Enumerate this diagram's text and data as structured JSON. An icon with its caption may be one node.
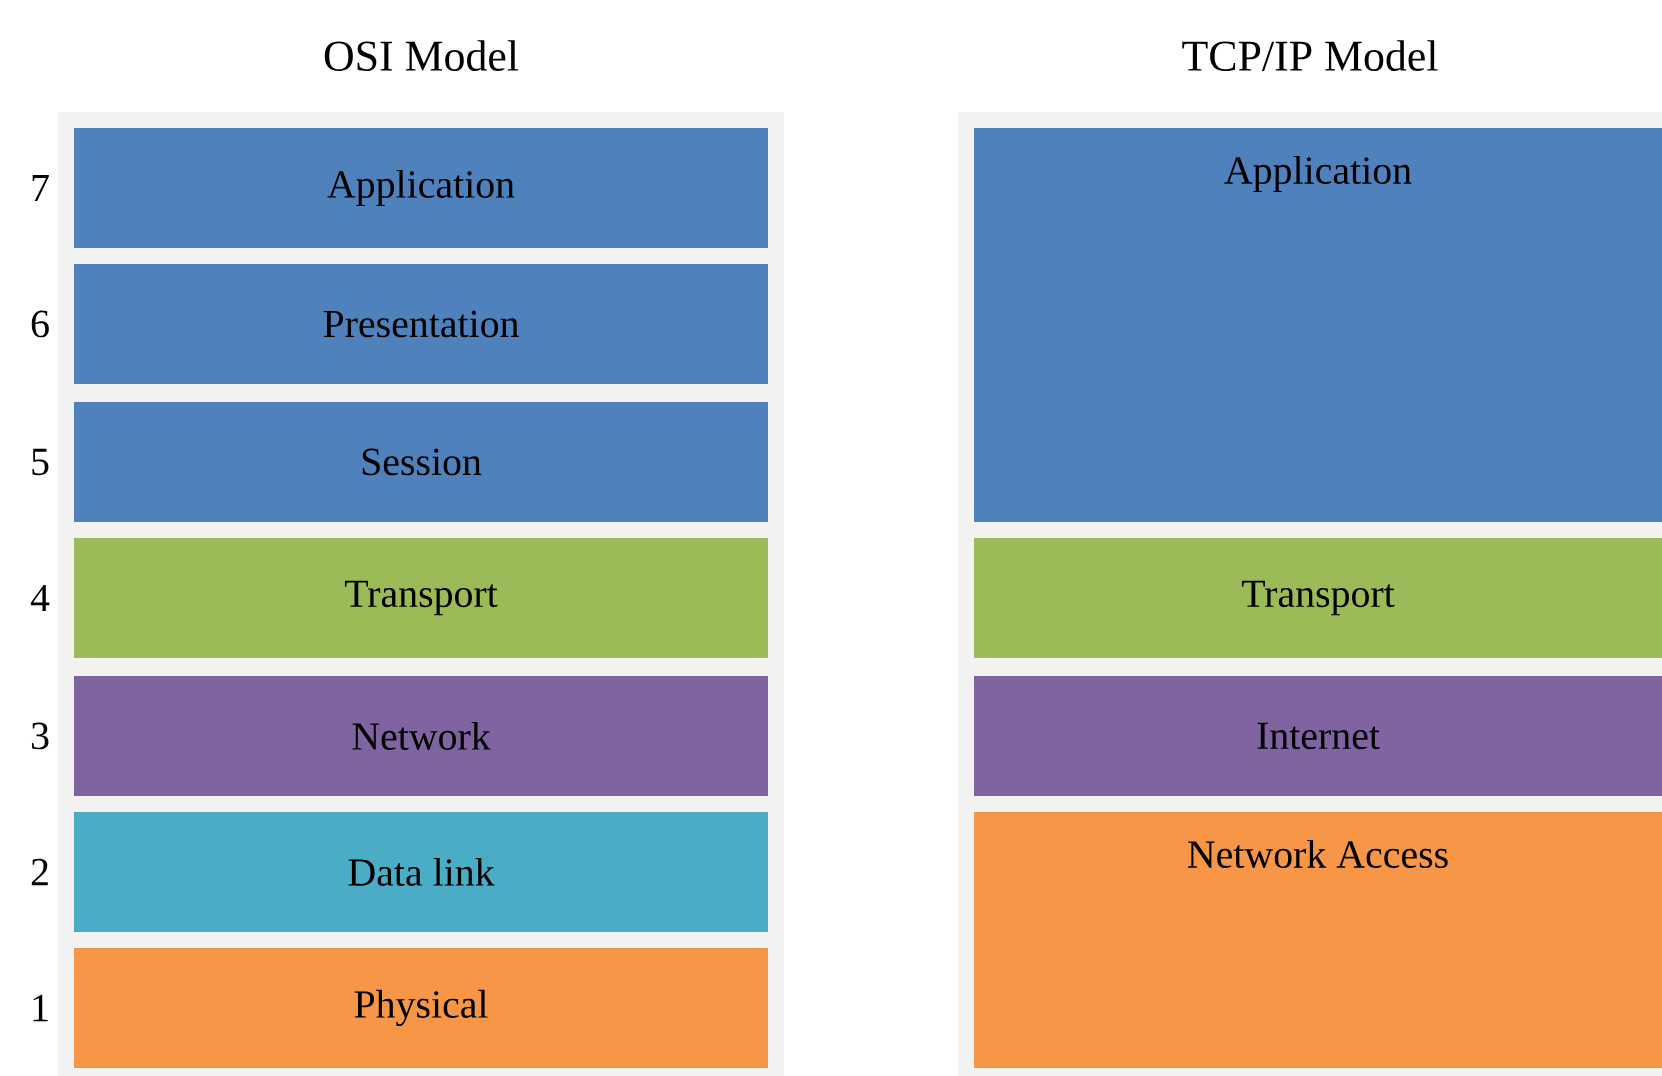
{
  "diagram": {
    "nodes": [
      {
        "text": [
          "OSI Model"
        ]
      },
      {
        "text": [
          "Application"
        ],
        "in": 0,
        "beside": [
          "7"
        ]
      },
      {
        "text": [
          "Presentation"
        ],
        "in": 0,
        "beside": [
          "6"
        ]
      },
      {
        "text": [
          "Session"
        ],
        "in": 0,
        "beside": [
          "5"
        ]
      },
      {
        "text": [
          "Transport"
        ],
        "in": 0,
        "beside": [
          "4"
        ]
      },
      {
        "text": [
          "Network"
        ],
        "in": 0,
        "beside": [
          "3"
        ]
      },
      {
        "text": [
          "Data link"
        ],
        "in": 0,
        "beside": [
          "2"
        ]
      },
      {
        "text": [
          "Physical"
        ],
        "in": 0,
        "beside": [
          "1"
        ]
      },
      {
        "text": [
          "TCP/IP Model"
        ]
      },
      {
        "text": [
          "Application"
        ],
        "in": 8
      },
      {
        "text": [
          "Transport"
        ],
        "in": 8
      },
      {
        "text": [
          "Internet"
        ],
        "in": 8
      },
      {
        "text": [
          "Network Access"
        ],
        "in": 8
      }
    ]
  }
}
